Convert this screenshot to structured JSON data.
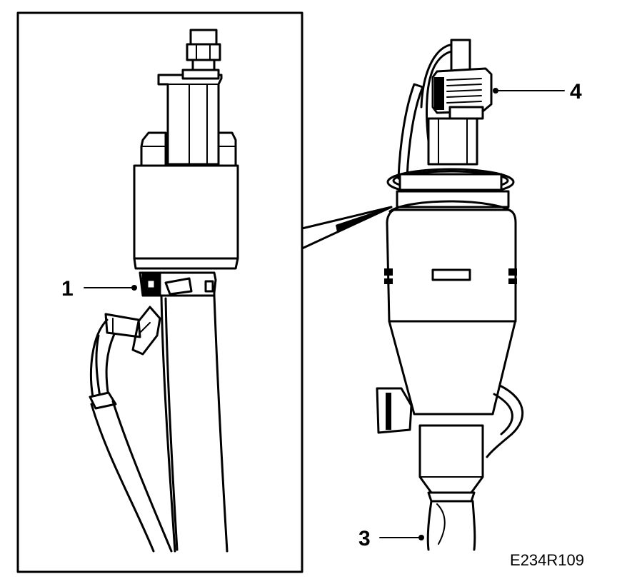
{
  "callouts": {
    "c1": "1",
    "c3": "3",
    "c4": "4"
  },
  "figure_code": "E234R109"
}
